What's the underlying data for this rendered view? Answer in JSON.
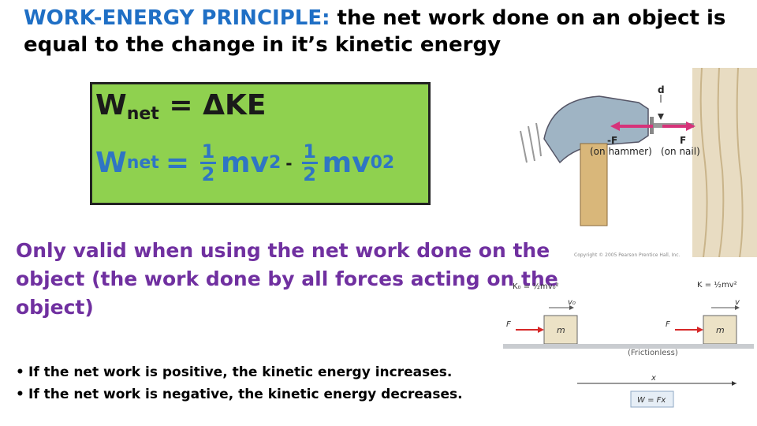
{
  "title": {
    "lead": "WORK-ENERGY PRINCIPLE:",
    "rest": "  the net work done on an object is equal to the change in it’s kinetic energy"
  },
  "formula": {
    "w": "W",
    "net": "net",
    "eq": "=",
    "dke": "ΔKE",
    "one": "1",
    "two": "2",
    "mv": "mv",
    "sq": "2",
    "minus": "-",
    "zero": "0"
  },
  "valid_text": "Only valid when using the net work done on the object (the work done by all forces acting on the object)",
  "bullets": [
    "If the net work is positive,  the kinetic energy increases.",
    "If the net work is negative, the kinetic energy decreases."
  ],
  "hammer_fig": {
    "d_label": "d",
    "neg_f": "-F",
    "f": "F",
    "on_hammer": "(on hammer)",
    "on_nail": "(on nail)"
  },
  "copyright": "Copyright © 2005 Pearson Prentice Hall, Inc.",
  "blocks_fig": {
    "k0": "K₀ = ½mv₀²",
    "k": "K = ½mv²",
    "v0": "v₀",
    "v": "v",
    "f": "F",
    "m": "m",
    "frictionless": "(Frictionless)",
    "x": "x",
    "w_eq": "W = Fx"
  }
}
